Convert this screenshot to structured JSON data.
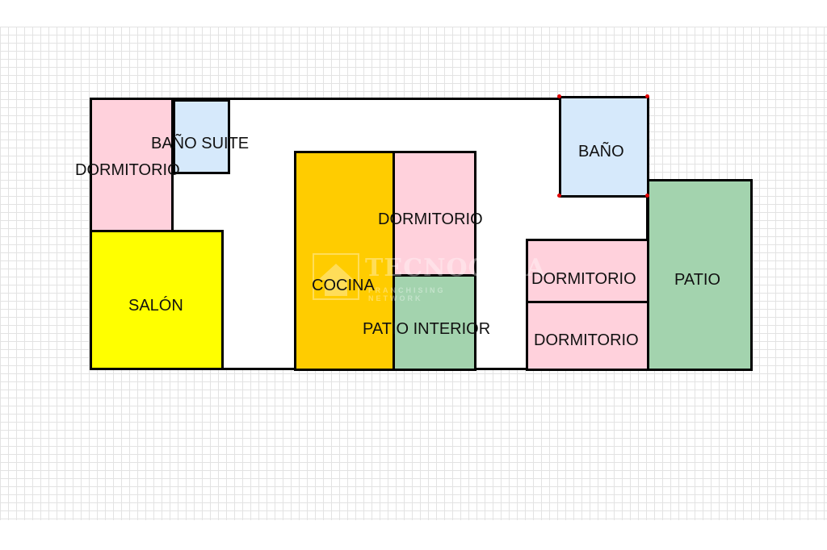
{
  "colors": {
    "bedroom": "#ffd1dc",
    "bathroom": "#d6e9fb",
    "living": "#ffff00",
    "kitchen": "#ffcc00",
    "patio": "#a3d3ae",
    "walls": "#000000",
    "grid": "#e3e3e3"
  },
  "rooms": {
    "dormitorio_suite": "DORMITORIO",
    "bano_suite": "BAÑO SUITE",
    "salon": "SALÓN",
    "cocina": "COCINA",
    "dormitorio_central": "DORMITORIO",
    "patio_interior": "PATIO INTERIOR",
    "bano": "BAÑO",
    "dormitorio_e1": "DORMITORIO",
    "dormitorio_e2": "DORMITORIO",
    "patio": "PATIO"
  },
  "watermark": {
    "text": "TECNOCASA",
    "subtext": "FRANCHISING NETWORK"
  }
}
